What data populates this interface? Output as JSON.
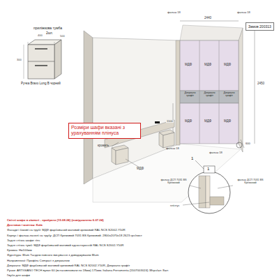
{
  "diagram": {
    "nodes": [
      {
        "text": [
          "Замов 200313"
        ]
      },
      {
        "text": [
          "Розміри шафи вказані з урахуванням плінуса"
        ]
      }
    ],
    "labels": [
      "приліжкова тумба",
      "2шт.",
      "400",
      "500",
      "300",
      "Ручка Bravo Long B чорний",
      "фальш 18",
      "2440",
      "фальш 18",
      "2450",
      "МДФ",
      "МДФ",
      "МДФ",
      "Дзеркало графіт",
      "Дзеркало графіт",
      "Дзеркало графіт",
      "МДФ",
      "МДФ",
      "МДФ",
      "1100",
      "фальш 18",
      "фальш 18",
      "600",
      "1",
      "кровать",
      "МДФ",
      "1",
      "фальш ДСП 7031 BS Кремовий",
      "фальш ДСП 7031 BS Кремовий",
      "плінтус",
      "Світлі шафи в кімнаті - прибрати (15.08.24) (повідомлено 6.07.24)",
      "Доставка і монтаж: Київ",
      "Фасади і бокові на трубі: МДФ фарбований матовий кремовий RAL NCS S2002-Y50R",
      "Корпус і фальш-панелі на трубу: ДСП Кремовий 7031 BS Кремовий. 2800х2070х18 2623 грн/лист",
      "Задня стінка шафи: гіпс",
      "Задня стінка тумб: МДФ фарбований матовий односторонній RAL NCS S2002-Y50R",
      "Кромка: Н=100мм",
      "Фурнітура: Blum Тандем повного висування з доводжувачем Blum",
      "Направляючі: Профіль Compact з дзеркалом",
      "Дзеркало: МДФ фарбований матовий кремовий RAL NCS S2002-Y50R, Дзеркало графіт",
      "Ручки: ARTIGIANO TECH вузол 60 (встановлювати по 18мм) 175мм; Italiana Ferramenta (5507003024) 38грн/шт. 8шт.",
      "Гвубо для шафи"
    ]
  }
}
